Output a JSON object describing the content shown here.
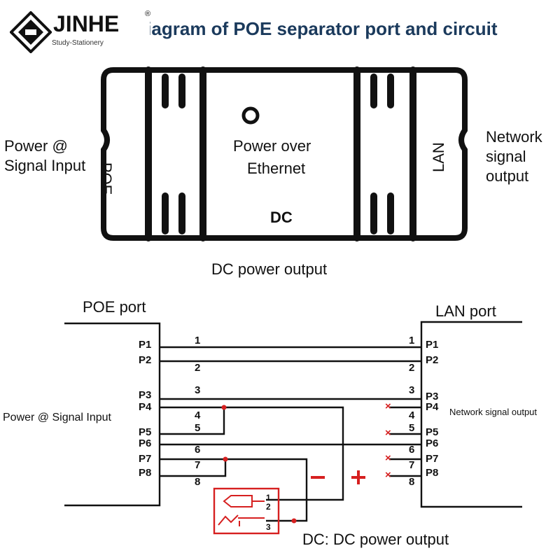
{
  "title": "Schematic diagram of POE separator port and circuit",
  "logo": {
    "brand": "JINHE",
    "reg": "®",
    "tagline": "Study-Stationery"
  },
  "device": {
    "left_text": "POE",
    "center_text_line1": "Power  over",
    "center_text_line2": "Ethernet",
    "right_text": "LAN",
    "bottom_text": "DC"
  },
  "device_labels": {
    "left_line1": "Power @",
    "left_line2": "Signal Input",
    "right_line1": "Network",
    "right_line2": "signal",
    "right_line3": "output",
    "bottom": "DC power output"
  },
  "circuit": {
    "left_port_title": "POE port",
    "right_port_title": "LAN port",
    "left_side_label": "Power @ Signal Input",
    "right_side_label": "Network signal output",
    "dc_label": "DC: DC power output",
    "minus": "−",
    "plus": "+",
    "left_pins": [
      "P1",
      "P2",
      "P3",
      "P4",
      "P5",
      "P6",
      "P7",
      "P8"
    ],
    "right_pins": [
      "P1",
      "P2",
      "P3",
      "P4",
      "P5",
      "P6",
      "P7",
      "P8"
    ],
    "wire_numbers_left": [
      "1",
      "2",
      "3",
      "4",
      "5",
      "6",
      "7",
      "8"
    ],
    "wire_numbers_right": [
      "1",
      "2",
      "3",
      "4",
      "5",
      "6",
      "7",
      "8"
    ],
    "jack_pins": [
      "1",
      "2",
      "3"
    ],
    "no_connect_mark": "×"
  },
  "colors": {
    "accent": "#d62020",
    "title": "#1b3a5c",
    "ink": "#111111"
  }
}
